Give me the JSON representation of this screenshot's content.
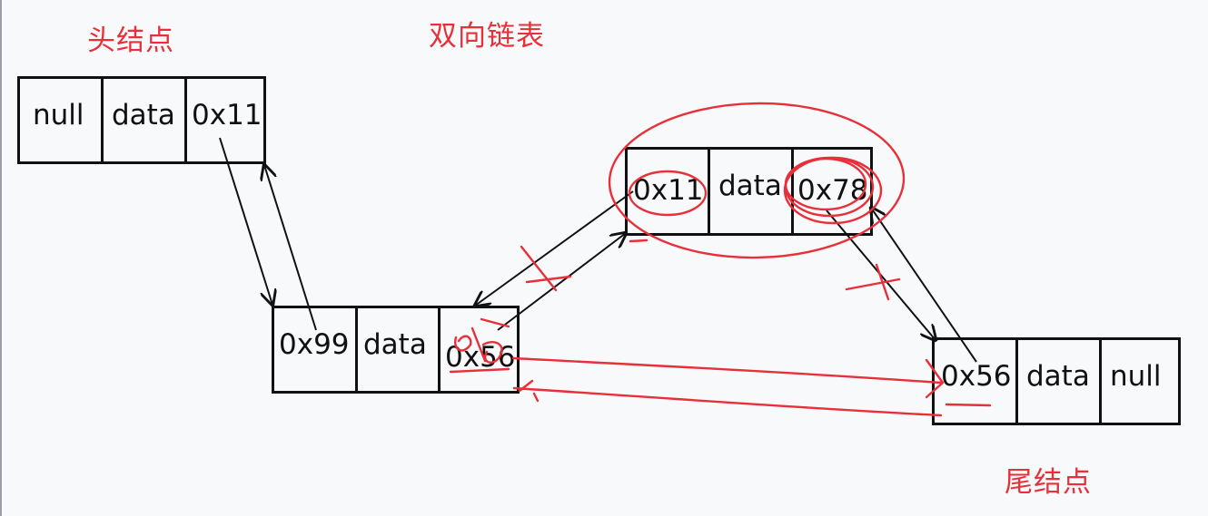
{
  "labels": {
    "head": "头结点",
    "title": "双向链表",
    "tail": "尾结点"
  },
  "nodes": {
    "head": {
      "prev": "null",
      "data": "data",
      "next": "0x11"
    },
    "middle": {
      "prev": "0x99",
      "data": "data",
      "next": "0x56"
    },
    "top": {
      "prev": "0x11",
      "data": "data",
      "next": "0x78"
    },
    "tail": {
      "prev": "0x56",
      "data": "data",
      "next": "null"
    }
  },
  "colors": {
    "annotation": "#e8303a",
    "outline": "#111111",
    "background": "#f8f9fb"
  }
}
